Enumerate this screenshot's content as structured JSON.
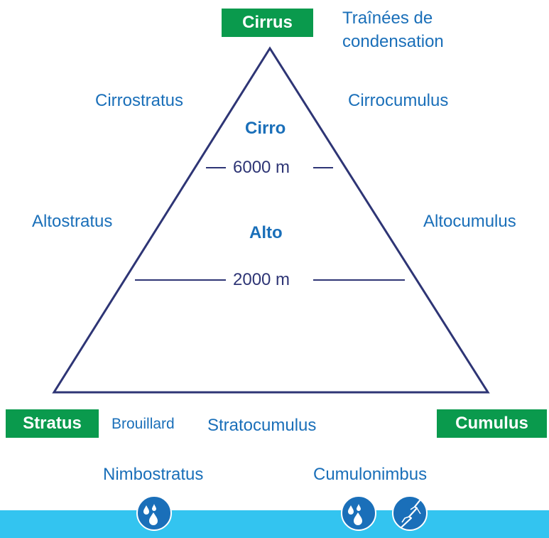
{
  "genera": {
    "cirrus": "Cirrus",
    "stratus": "Stratus",
    "cumulus": "Cumulus"
  },
  "levels": {
    "cirro": "Cirro",
    "alto": "Alto"
  },
  "altitudes": {
    "high": "6000 m",
    "mid": "2000 m"
  },
  "clouds": {
    "contrails": "Traînées de condensation",
    "cirrostratus": "Cirrostratus",
    "cirrocumulus": "Cirrocumulus",
    "altostratus": "Altostratus",
    "altocumulus": "Altocumulus",
    "fog": "Brouillard",
    "stratocumulus": "Stratocumulus",
    "nimbostratus": "Nimbostratus",
    "cumulonimbus": "Cumulonimbus"
  },
  "icons": {
    "rain": "rain-drops-icon",
    "lightning": "lightning-icon"
  },
  "colors": {
    "genus_box": "#0a9a4d",
    "cloud_label": "#1a6fb9",
    "triangle": "#2e3575",
    "ground": "#33c4f0"
  }
}
